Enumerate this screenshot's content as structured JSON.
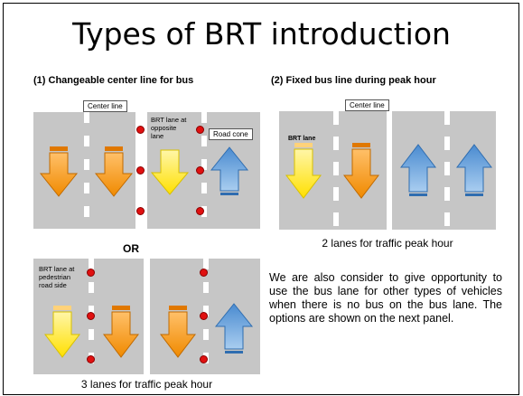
{
  "slide": {
    "title": "Types of BRT introduction",
    "panel1": {
      "heading": "(1) Changeable center  line for bus",
      "center_line_label": "Center line",
      "brt_label": "BRT lane at opposite lane",
      "road_cone_label": "Road cone"
    },
    "or_label": "OR",
    "panel3": {
      "brt_label": "BRT lane at pedestrian road side",
      "caption": "3 lanes for traffic peak hour"
    },
    "panel2": {
      "heading": "(2) Fixed bus line during peak hour",
      "center_line_label": "Center line",
      "brt_label": "BRT lane",
      "caption": "2 lanes for traffic peak hour"
    },
    "description": "We are also consider to give opportunity to use the bus lane for other types of vehicles when there is no bus on the bus lane. The options are shown on the next panel.",
    "colors": {
      "orange_arrow": "#f39a1a",
      "yellow_arrow": "#ffe51a",
      "blue_arrow": "#5b9bd5",
      "road": "#c6c6c6",
      "cone": "#e01010"
    },
    "icons": {
      "down_arrow": "down-arrow-icon",
      "up_arrow": "up-arrow-icon",
      "road_cone": "road-cone-icon"
    }
  }
}
